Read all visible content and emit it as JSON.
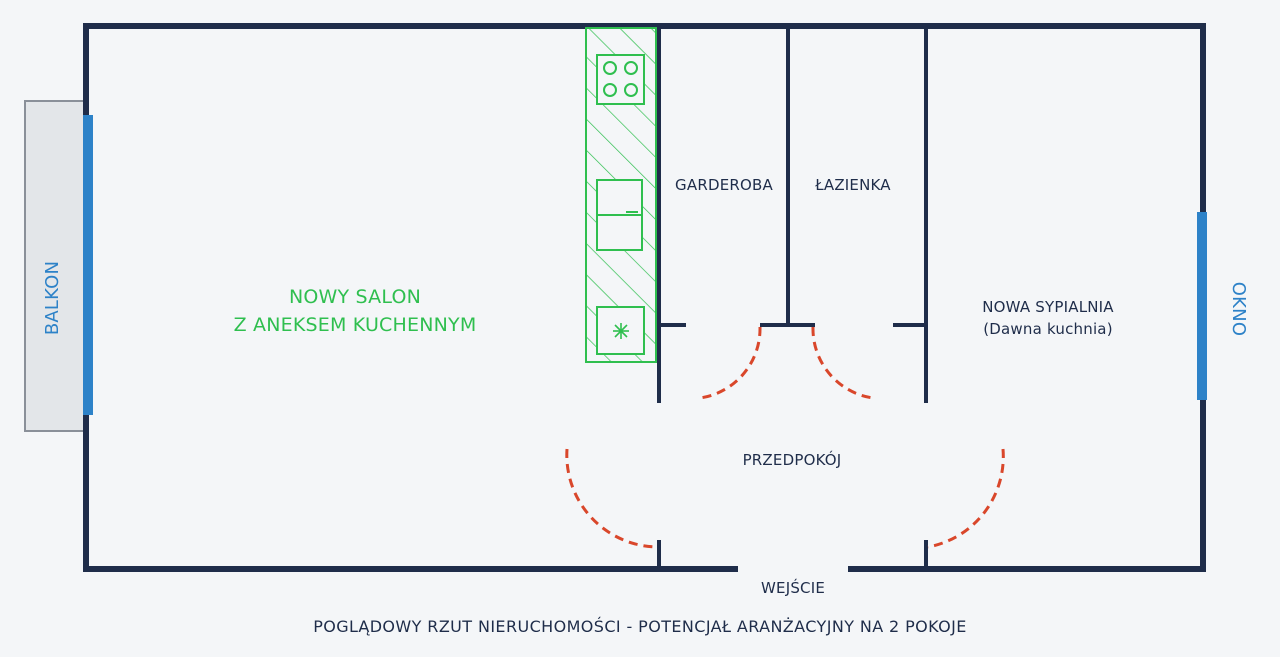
{
  "rooms": {
    "salon_line1": "NOWY SALON",
    "salon_line2": "Z ANEKSEM KUCHENNYM",
    "garderoba": "GARDEROBA",
    "lazienka": "ŁAZIENKA",
    "sypialnia_line1": "NOWA SYPIALNIA",
    "sypialnia_line2": "(Dawna kuchnia)",
    "przedpokoj": "PRZEDPOKÓJ"
  },
  "labels": {
    "balkon": "BALKON",
    "okno": "OKNO",
    "wejscie": "WEJŚCIE"
  },
  "caption": "POGLĄDOWY RZUT NIERUCHOMOŚCI - POTENCJAŁ ARANŻACYJNY NA 2 POKOJE",
  "colors": {
    "wall": "#1f2d4a",
    "kitchen": "#2fbf4f",
    "window": "#2d82c8",
    "door_swing": "#d9472b",
    "floor": "#f4f6f8",
    "balcony": "#e3e6e9"
  }
}
